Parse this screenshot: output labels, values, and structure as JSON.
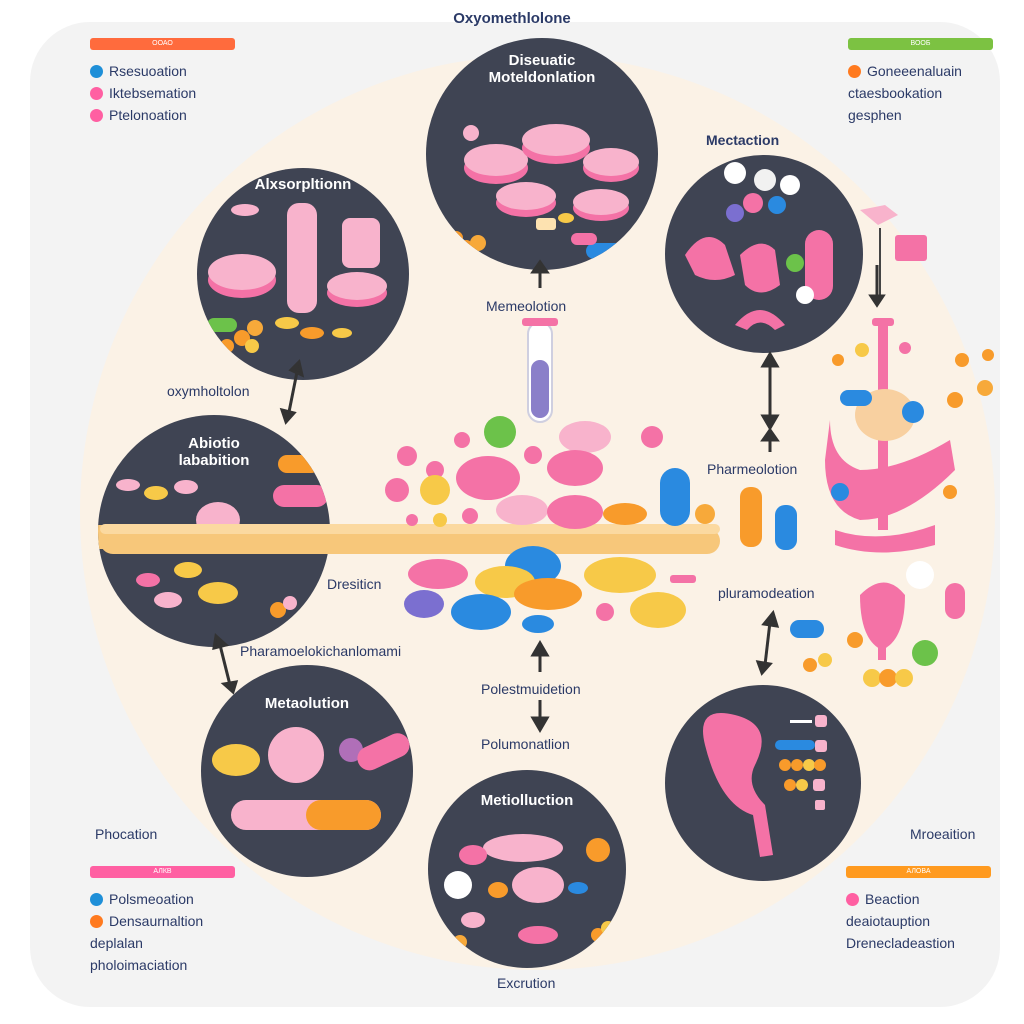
{
  "title": "Oxyomethlolone",
  "legend_top_left": {
    "header": "ООАО",
    "header_color": "#ff6b3d",
    "items": [
      {
        "label": "Rsesuoation",
        "color": "#1e8fd8"
      },
      {
        "label": "Iktebsemation",
        "color": "#ff5fa2"
      },
      {
        "label": "Ptelonoation",
        "color": "#ff5fa2"
      }
    ]
  },
  "legend_top_right": {
    "header": "ВООБ",
    "header_color": "#7cc242",
    "items": [
      {
        "label": "Goneeenaluain",
        "color": "#ff7a1f"
      },
      {
        "label": "ctaesbookation",
        "color": null
      },
      {
        "label": "gesphen",
        "color": null
      }
    ]
  },
  "legend_bottom_left": {
    "note": "Phocation",
    "header": "АЛКВ",
    "header_color": "#ff5fa2",
    "items": [
      {
        "label": "Polsmeoation",
        "color": "#1e8fd8"
      },
      {
        "label": "Densaurnaltion",
        "color": "#ff7a1f"
      },
      {
        "label": "deplalan",
        "color": null
      },
      {
        "label": "pholoimaciation",
        "color": null
      }
    ]
  },
  "legend_bottom_right": {
    "note": "Mroeaition",
    "header": "АЛОВА",
    "header_color": "#ff9a1f",
    "items": [
      {
        "label": "Beaction",
        "color": "#ff5fa2"
      },
      {
        "label": "deaiotauption",
        "color": null
      },
      {
        "label": "Drenecladeastion",
        "color": null
      }
    ]
  },
  "nodes": {
    "top": "Diseuatic Moteldonlation",
    "absorption": "Alxsorpltionn",
    "mediation": "Mectaction",
    "abiotic": "Abiotio lababition",
    "metaboution": "Metaolution",
    "metiolluction": "Metiolluction"
  },
  "labels": {
    "memeolotion": "Memeolotion",
    "oxymholton": "oxymholtolon",
    "pharmeolotion": "Pharmeolotion",
    "dresiticn": "Dresiticn",
    "pluramodeation": "pluramodeation",
    "pharmoacknamiomami": "Pharamoelokichanlomami",
    "polesmuidetion": "Polestmuidetion",
    "polumonation": "Polumonatlion",
    "excretion": "Excrution"
  },
  "colors": {
    "pink": "#f472a6",
    "light_pink": "#f8b3cc",
    "orange": "#f89b2b",
    "yellow": "#f7c948",
    "blue": "#2a8ae0",
    "green": "#6cc24a",
    "purple": "#7b6fd0",
    "disc_dark": "#3f4453",
    "tube": "#f7c77a"
  }
}
